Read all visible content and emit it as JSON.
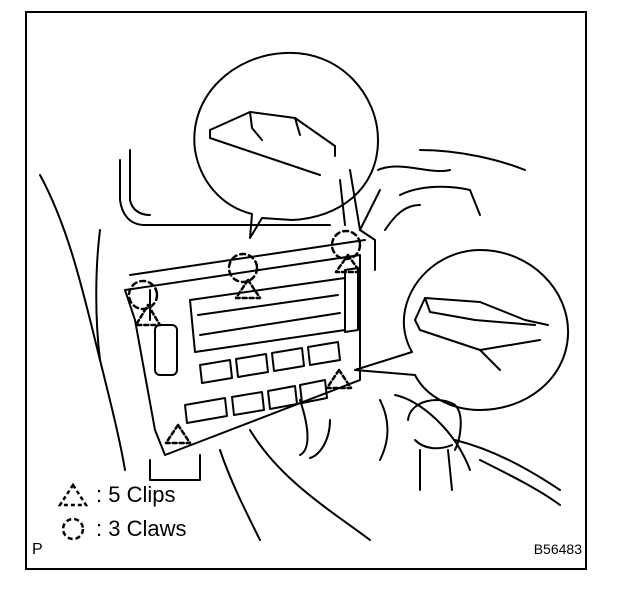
{
  "legend": {
    "clips": {
      "icon": "triangle-dashed-icon",
      "label": ": 5 Clips"
    },
    "claws": {
      "icon": "circle-dashed-icon",
      "label": ": 3 Claws"
    }
  },
  "corner_label": "P",
  "reference_code": "B56483",
  "colors": {
    "ink": "#000000",
    "paper": "#ffffff"
  }
}
